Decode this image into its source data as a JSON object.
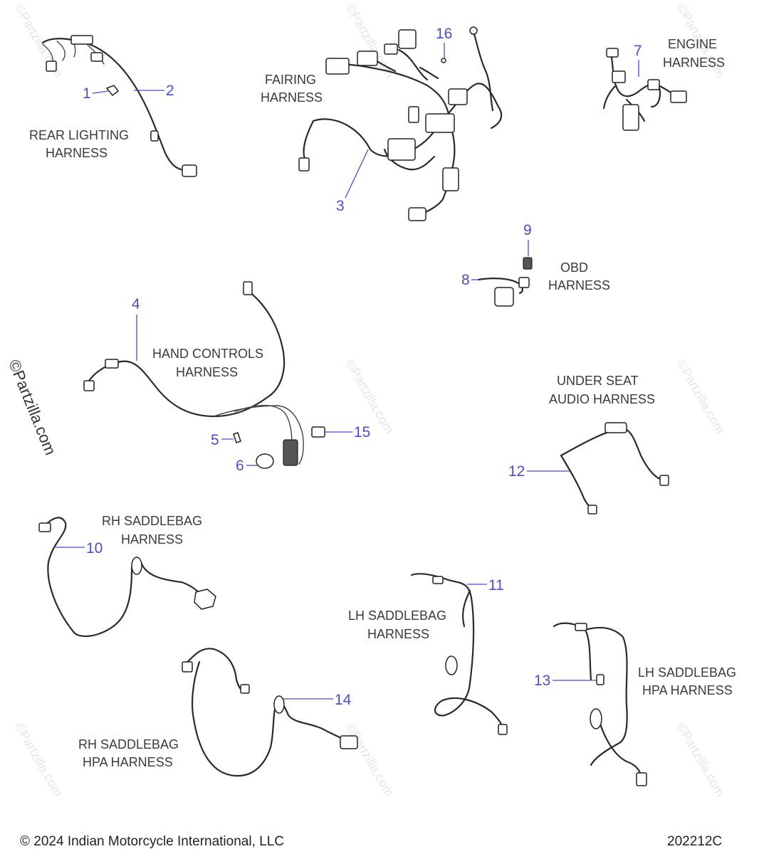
{
  "labels": {
    "rear_lighting": [
      "REAR LIGHTING",
      "HARNESS"
    ],
    "fairing": [
      "FAIRING",
      "HARNESS"
    ],
    "engine": [
      "ENGINE",
      "HARNESS"
    ],
    "obd": [
      "OBD",
      "HARNESS"
    ],
    "hand_controls": [
      "HAND CONTROLS",
      "HARNESS"
    ],
    "under_seat": [
      "UNDER SEAT",
      "AUDIO HARNESS"
    ],
    "rh_saddlebag": [
      "RH SADDLEBAG",
      "HARNESS"
    ],
    "lh_saddlebag": [
      "LH SADDLEBAG",
      "HARNESS"
    ],
    "lh_saddlebag_hpa": [
      "LH SADDLEBAG",
      "HPA HARNESS"
    ],
    "rh_saddlebag_hpa": [
      "RH SADDLEBAG",
      "HPA HARNESS"
    ]
  },
  "callouts": {
    "c1": "1",
    "c2": "2",
    "c3": "3",
    "c4": "4",
    "c5": "5",
    "c6": "6",
    "c7": "7",
    "c8": "8",
    "c9": "9",
    "c10": "10",
    "c11": "11",
    "c12": "12",
    "c13": "13",
    "c14": "14",
    "c15": "15",
    "c16": "16"
  },
  "watermark": "©Partzilla.com",
  "footer": {
    "copyright": "© 2024 Indian Motorcycle International, LLC",
    "code": "202212C"
  }
}
